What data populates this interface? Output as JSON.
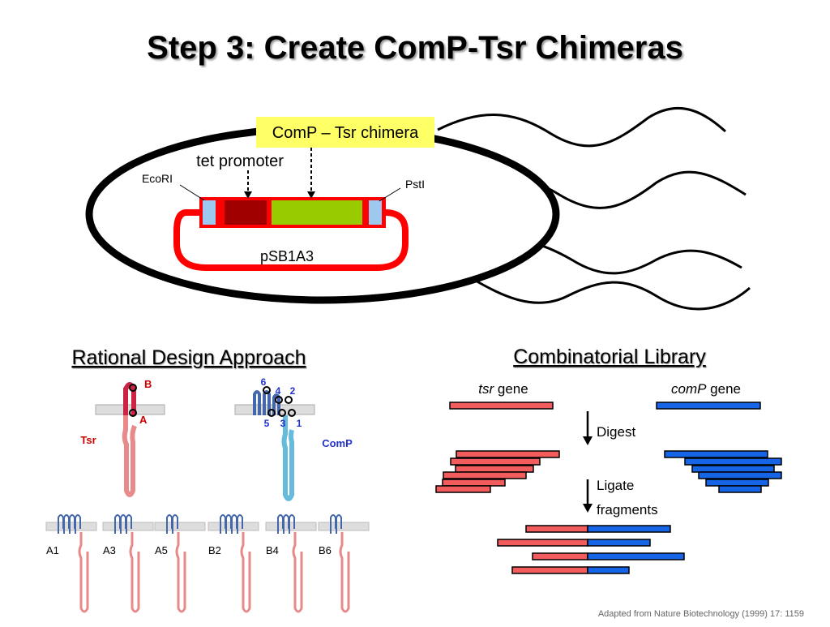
{
  "title": "Step 3: Create ComP-Tsr Chimeras",
  "cell": {
    "chimera_label": "ComP – Tsr chimera",
    "promoter_label": "tet promoter",
    "ecori_label": "EcoRI",
    "psti_label": "PstI",
    "plasmid_label": "pSB1A3"
  },
  "rational": {
    "heading": "Rational Design Approach",
    "tsr_label": "Tsr",
    "comp_label": "ComP",
    "site_b": "B",
    "site_a": "A",
    "comp_sites": [
      "6",
      "4",
      "2",
      "5",
      "3",
      "1"
    ],
    "chimeras": [
      "A1",
      "A3",
      "A5",
      "B2",
      "B4",
      "B6"
    ]
  },
  "combinatorial": {
    "heading": "Combinatorial Library",
    "tsr_gene_italic": "tsr",
    "tsr_gene_suffix": " gene",
    "comp_gene_italic": "comP",
    "comp_gene_suffix": " gene",
    "digest_label": "Digest",
    "ligate_label_1": "Ligate",
    "ligate_label_2": "fragments"
  },
  "citation": "Adapted from Nature Biotechnology (1999) 17: 1159",
  "colors": {
    "red_band": "#f25c5c",
    "blue_band": "#1565e6",
    "plasmid_red": "#ff0000",
    "dark_red": "#a00000",
    "green": "#99cc00",
    "light_blue": "#9dc8f0",
    "highlight": "#ffff66",
    "tsr_text": "#cc0000",
    "comp_text": "#2233cc"
  }
}
